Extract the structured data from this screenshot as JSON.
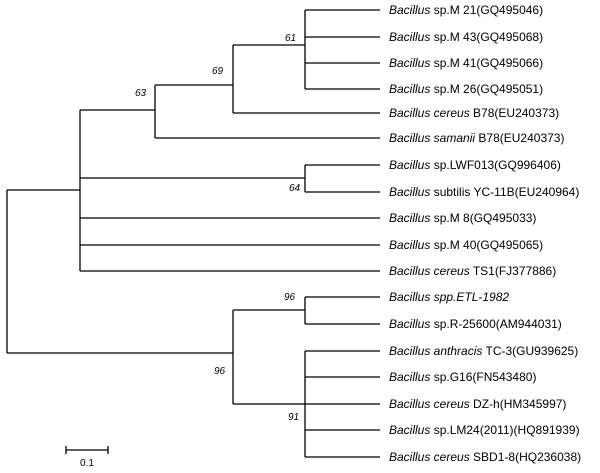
{
  "taxa": [
    {
      "genus": "Bacillus",
      "epithet": "sp.M 21",
      "accession": "(GQ495046)"
    },
    {
      "genus": "Bacillus",
      "epithet": "sp.M 43",
      "accession": "(GQ495068)"
    },
    {
      "genus": "Bacillus",
      "epithet": "sp.M 41",
      "accession": "(GQ495066)"
    },
    {
      "genus": "Bacillus",
      "epithet": "sp.M 26",
      "accession": "(GQ495051)"
    },
    {
      "genus": "Bacillus cereus",
      "epithet": "B78",
      "accession": "(EU240373)"
    },
    {
      "genus": "Bacillus samanii",
      "epithet": "B78",
      "accession": "(EU240373)"
    },
    {
      "genus": "Bacillus",
      "epithet": "sp.LWF013",
      "accession": "(GQ996406)"
    },
    {
      "genus": "Bacillus",
      "epithet": "subtilis YC-11B",
      "accession": "(EU240964)"
    },
    {
      "genus": "Bacillus",
      "epithet": "sp.M 8",
      "accession": "(GQ495033)"
    },
    {
      "genus": "Bacillus",
      "epithet": "sp.M 40",
      "accession": "(GQ495065)"
    },
    {
      "genus": "Bacillus cereus",
      "epithet": "TS1",
      "accession": "(FJ377886)"
    },
    {
      "genus": "Bacillus spp.ETL-1982",
      "epithet": "",
      "accession": ""
    },
    {
      "genus": "Bacillus",
      "epithet": "sp.R-25600",
      "accession": "(AM944031)"
    },
    {
      "genus": "Bacillus anthracis",
      "epithet": "TC-3",
      "accession": "(GU939625)"
    },
    {
      "genus": "Bacillus",
      "epithet": "sp.G16",
      "accession": "(FN543480)"
    },
    {
      "genus": "Bacillus cereus",
      "epithet": "DZ-h",
      "accession": "(HM345997)"
    },
    {
      "genus": "Bacillus",
      "epithet": "sp.LM24(2011)",
      "accession": "(HQ891939)"
    },
    {
      "genus": "Bacillus cereus",
      "epithet": "SBD1-8",
      "accession": "(HQ236038)"
    }
  ],
  "bootstrap": {
    "n61": "61",
    "n69": "69",
    "n63": "63",
    "n64": "64",
    "n96a": "96",
    "n96b": "96",
    "n91": "91"
  },
  "scale_bar": {
    "label": "0.1"
  }
}
